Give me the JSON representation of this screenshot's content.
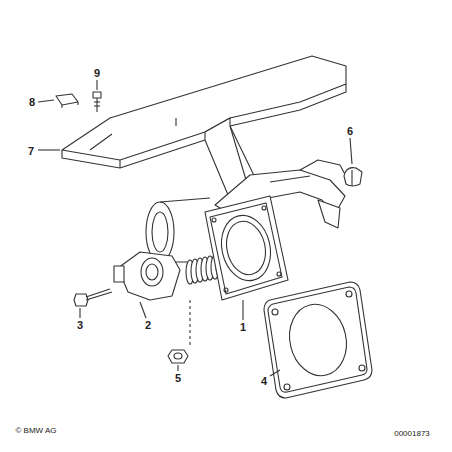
{
  "diagram": {
    "labels": [
      "9",
      "8",
      "7",
      "6",
      "3",
      "2",
      "1",
      "5",
      "4",
      "© BMW AG",
      "00001873"
    ]
  }
}
